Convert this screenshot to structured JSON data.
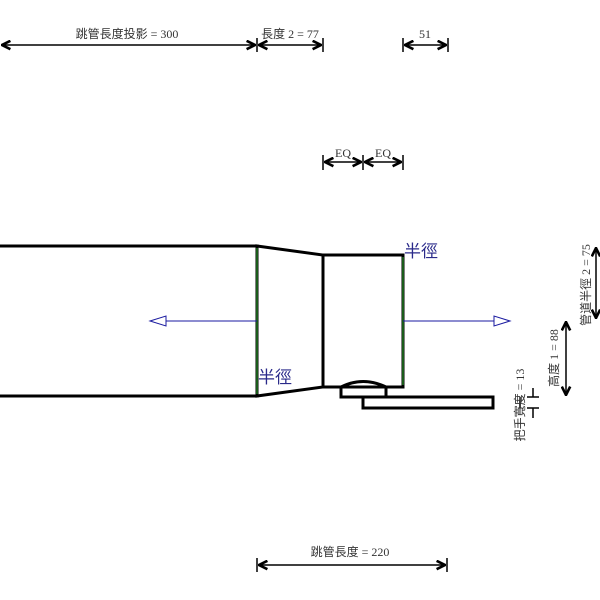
{
  "dimensions": {
    "jump_length_projection": "跳管長度投影 = 300",
    "length2": "長度 2 = 77",
    "offset": "51",
    "eq_left": "EQ",
    "eq_right": "EQ",
    "handle_width": "把手寬度 = 13",
    "height1": "高度 1 = 88",
    "pipe_radius2": "管道半徑 2 = 75",
    "jump_length": "跳管長度 = 220"
  },
  "labels": {
    "radius_right": "半徑",
    "radius_left": "半徑"
  },
  "colors": {
    "outline": "#000000",
    "connector": "#1a5c1a",
    "arrow": "#1a1aa0"
  }
}
